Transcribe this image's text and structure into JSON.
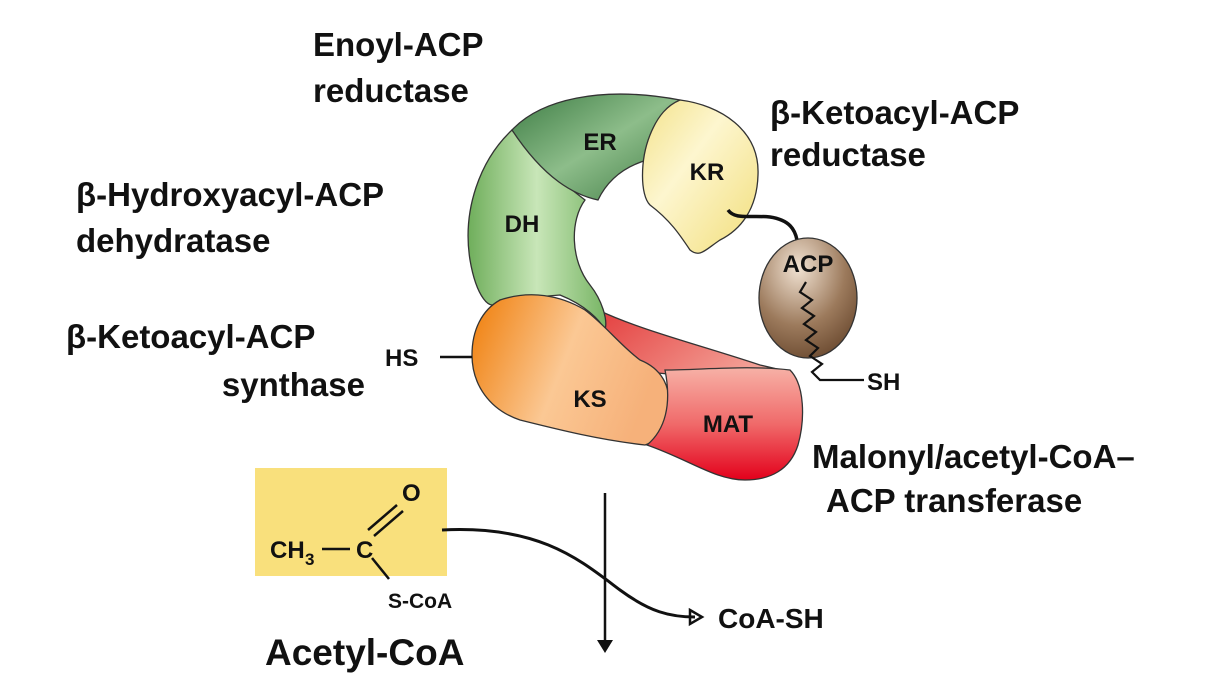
{
  "enzyme_labels": {
    "er": [
      "Enoyl-ACP",
      "reductase"
    ],
    "kr": [
      "β-Ketoacyl-ACP",
      "reductase"
    ],
    "dh": [
      "β-Hydroxyacyl-ACP",
      "dehydratase"
    ],
    "ks": [
      "β-Ketoacyl-ACP",
      "synthase"
    ],
    "mat": [
      "Malonyl/acetyl-CoA–",
      "ACP transferase"
    ]
  },
  "domains": {
    "er": "ER",
    "kr": "KR",
    "dh": "DH",
    "ks": "KS",
    "mat": "MAT",
    "acp": "ACP"
  },
  "thiols": {
    "ks": "HS",
    "acp": "SH"
  },
  "substrate": {
    "ch3": "CH",
    "ch3_sub": "3",
    "carbon": "C",
    "oxygen": "O",
    "scoa": "S-CoA",
    "name": "Acetyl-CoA"
  },
  "product": "CoA-SH",
  "colors": {
    "er": "#4f8f4f",
    "dh": "#8cc57a",
    "kr": "#f5e79a",
    "ks": "#f2891e",
    "mat": "#e8323c",
    "acp": "#8a6a4f",
    "highlight": "#f9e07c"
  }
}
